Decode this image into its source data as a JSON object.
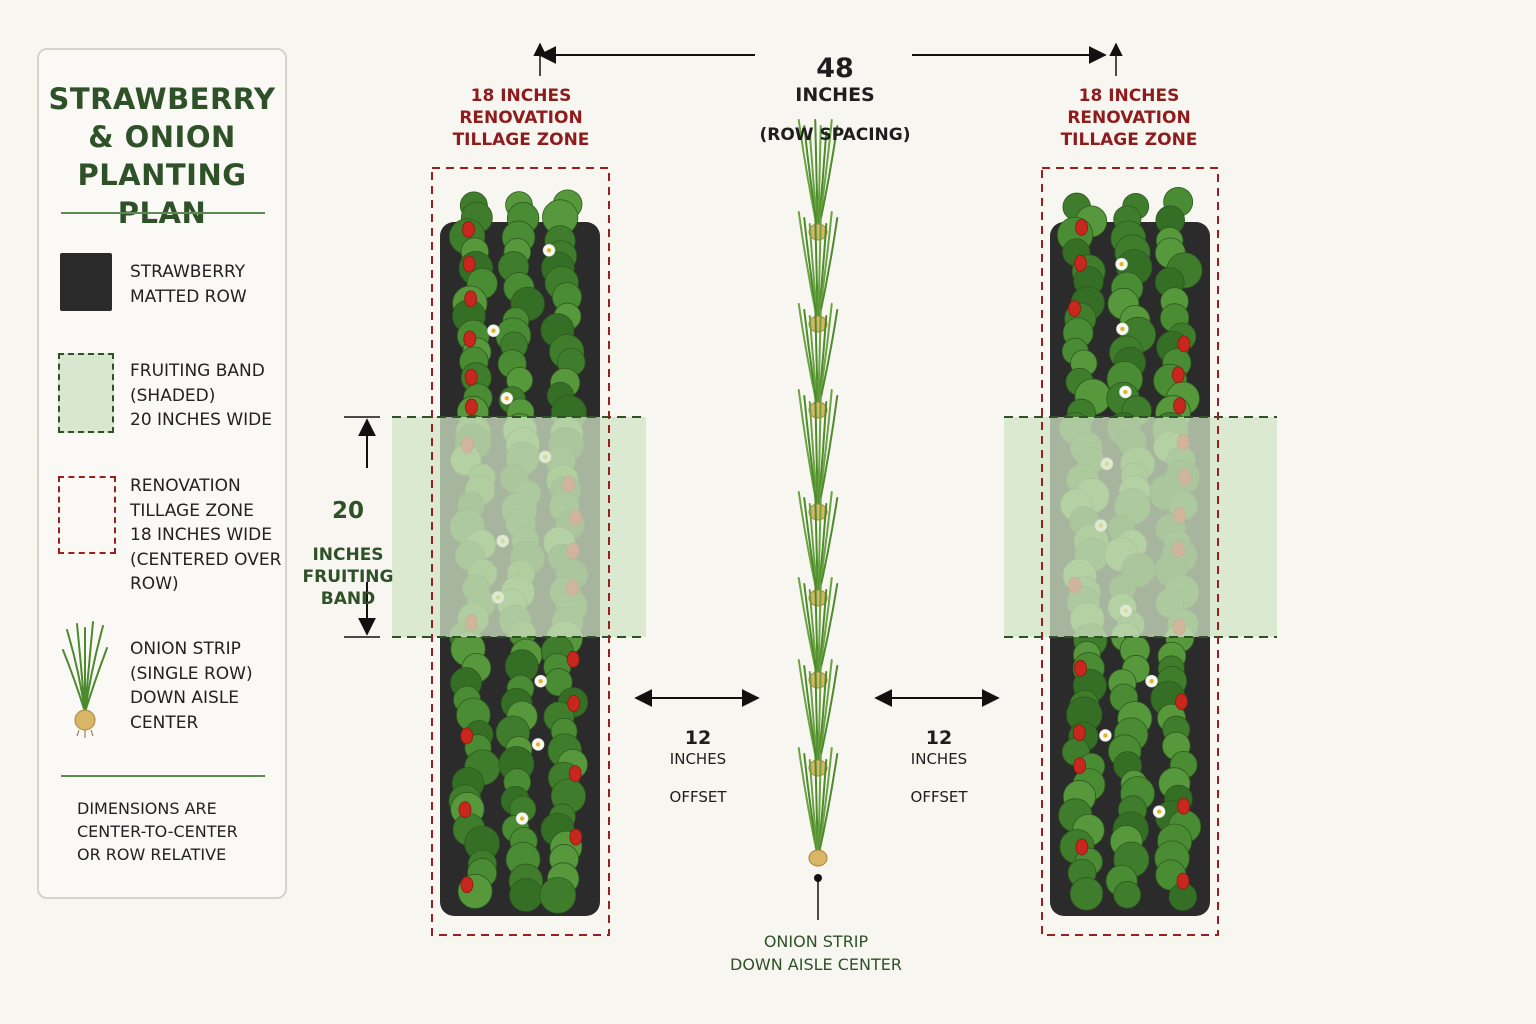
{
  "legend": {
    "title": "STRAWBERRY\n& ONION\nPLANTING PLAN",
    "items": [
      {
        "icon": "matted-row-swatch",
        "label": "STRAWBERRY\nMATTED ROW"
      },
      {
        "icon": "fruiting-band-swatch",
        "label": "FRUITING BAND\n(SHADED)\n20 INCHES WIDE"
      },
      {
        "icon": "renovation-zone-swatch",
        "label": "RENOVATION\nTILLAGE ZONE\n18 INCHES WIDE\n(CENTERED OVER\nROW)"
      },
      {
        "icon": "onion-icon",
        "label": "ONION STRIP\n(SINGLE ROW)\nDOWN AISLE\nCENTER"
      }
    ],
    "note": "DIMENSIONS ARE\nCENTER-TO-CENTER\nOR ROW RELATIVE"
  },
  "row_spacing": {
    "value": "48",
    "unit": "INCHES",
    "sub": "(ROW SPACING)"
  },
  "left_zone_label": "18 INCHES\nRENOVATION\nTILLAGE ZONE",
  "right_zone_label": "18 INCHES\nRENOVATION\nTILLAGE ZONE",
  "fruiting_band": {
    "value": "20",
    "text": "INCHES\nFRUITING\nBAND"
  },
  "left_offset": {
    "value": "12",
    "unit": "INCHES",
    "sub": "OFFSET"
  },
  "right_offset": {
    "value": "12",
    "unit": "INCHES",
    "sub": "OFFSET"
  },
  "onion_label": "ONION STRIP\nDOWN AISLE CENTER",
  "colors": {
    "mulch": "#2b2b2b",
    "leaf": "#3f7d2c",
    "berry": "#c8271d",
    "band": "#d3e4c6",
    "band_border": "#2f5128",
    "zone_border": "#9a2020",
    "onion_bulb": "#d9b566"
  }
}
